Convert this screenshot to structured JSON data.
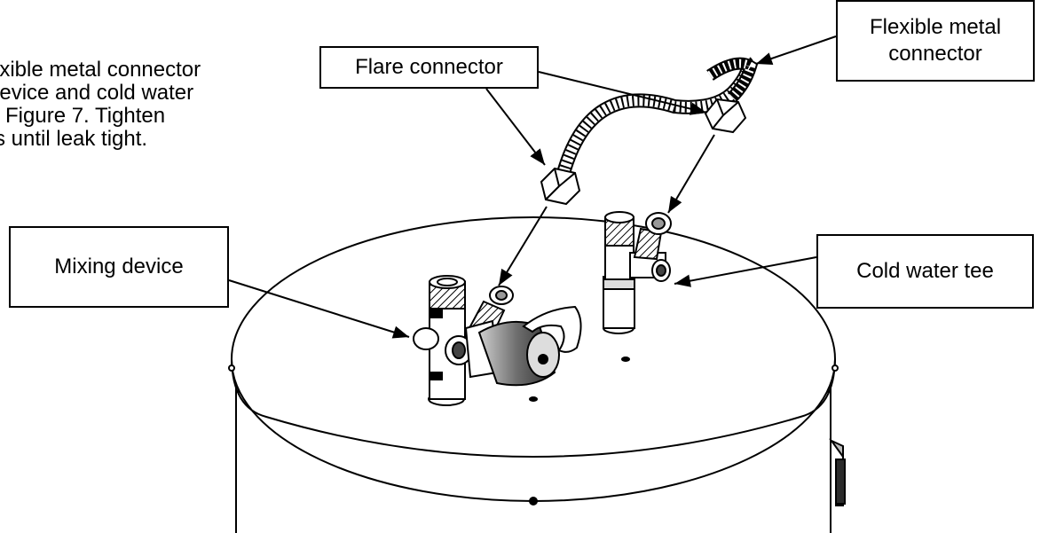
{
  "instruction_text": {
    "lines": [
      "exible metal connector",
      "device and cold water",
      "n Figure 7.  Tighten",
      "rs until leak tight."
    ]
  },
  "callouts": {
    "flare_connector": "Flare connector",
    "flexible_metal_connector": [
      "Flexible metal",
      "connector"
    ],
    "mixing_device": "Mixing device",
    "cold_water_tee": "Cold water tee"
  },
  "colors": {
    "line": "#000000",
    "background": "#ffffff",
    "shade": "#9a9a9a",
    "dark": "#3a3a3a"
  }
}
